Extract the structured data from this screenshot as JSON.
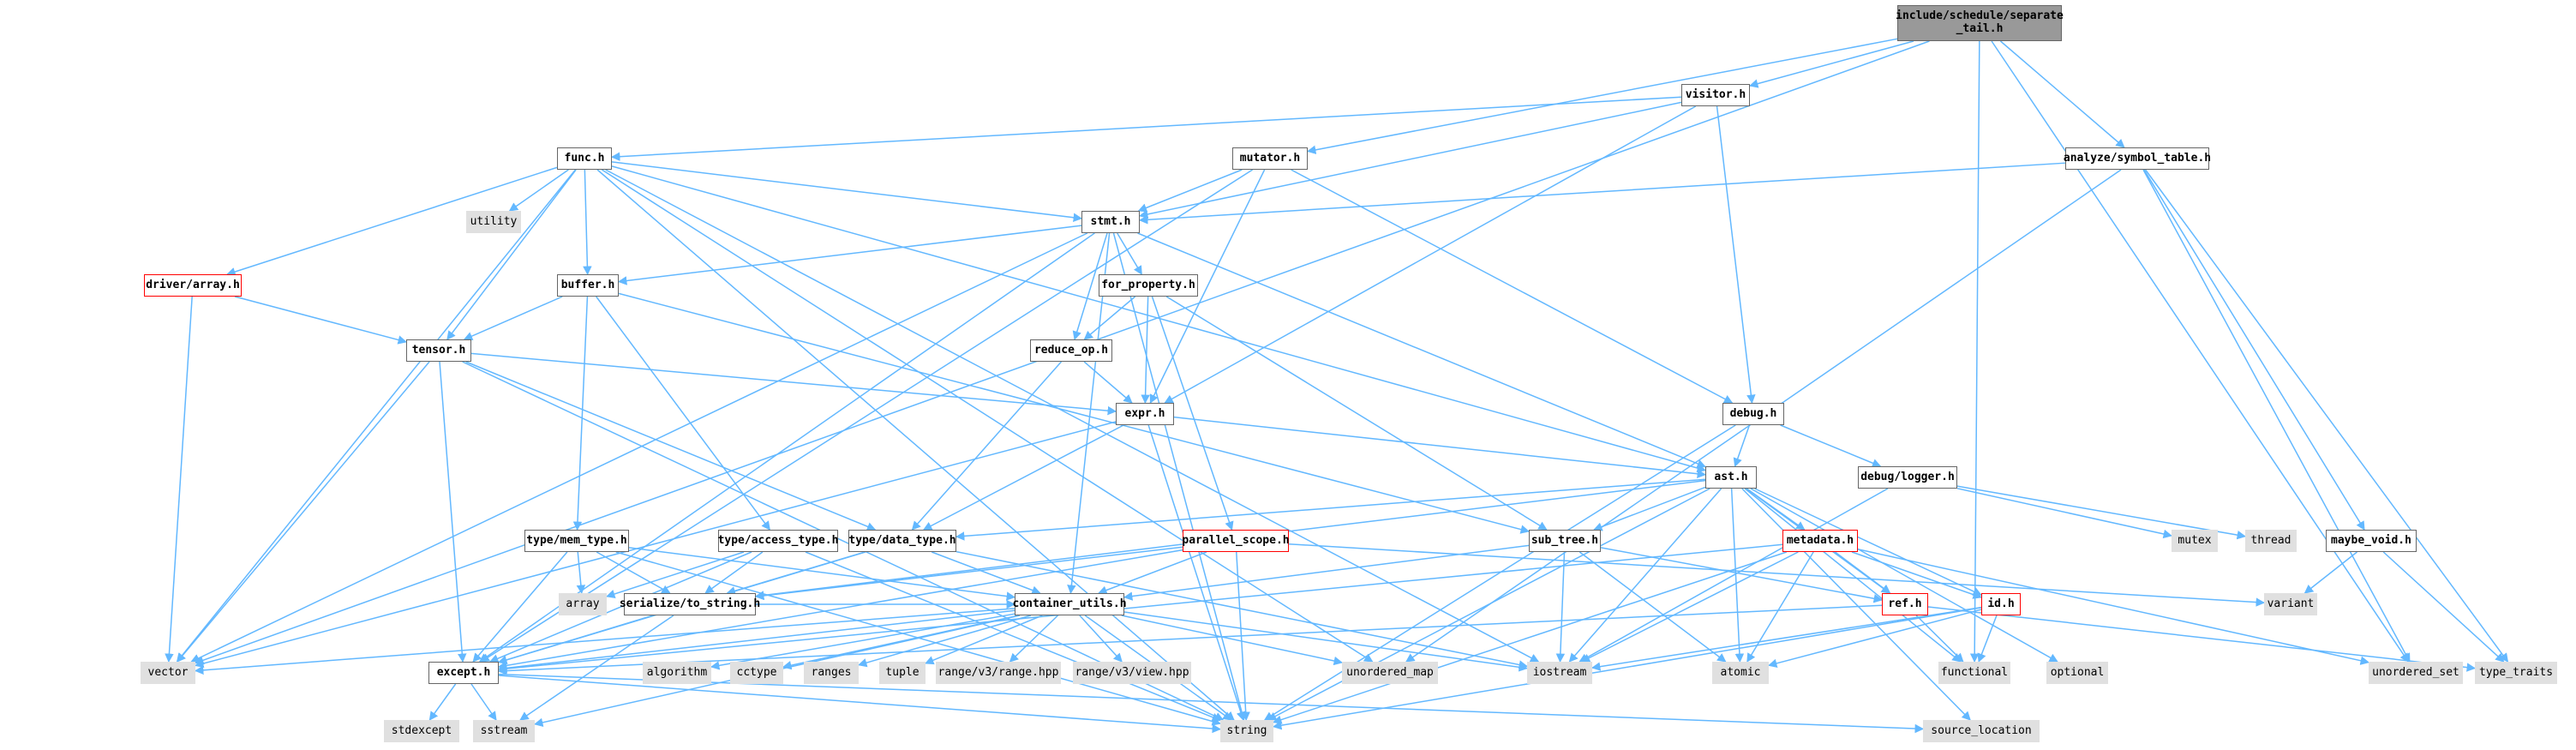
{
  "colors": {
    "edge": "#63b8ff",
    "root_fill": "#999999",
    "external_fill": "#e0e0e0",
    "incomplete_border": "#ff0000",
    "node_border": "#666666"
  },
  "nodes": {
    "root": "include/schedule/separate\n_tail.h",
    "visitor": "visitor.h",
    "func": "func.h",
    "mutator": "mutator.h",
    "analyze": "analyze/symbol_table.h",
    "utility": "utility",
    "stmt": "stmt.h",
    "driver_array": "driver/array.h",
    "buffer": "buffer.h",
    "for_property": "for_property.h",
    "tensor": "tensor.h",
    "reduce_op": "reduce_op.h",
    "expr": "expr.h",
    "debug": "debug.h",
    "ast": "ast.h",
    "debug_logger": "debug/logger.h",
    "type_mem_type": "type/mem_type.h",
    "type_access_type": "type/access_type.h",
    "type_data_type": "type/data_type.h",
    "parallel_scope": "parallel_scope.h",
    "sub_tree": "sub_tree.h",
    "metadata": "metadata.h",
    "mutex": "mutex",
    "thread": "thread",
    "maybe_void": "maybe_void.h",
    "array": "array",
    "serialize": "serialize/to_string.h",
    "container_utils": "container_utils.h",
    "ref": "ref.h",
    "id": "id.h",
    "variant": "variant",
    "vector": "vector",
    "except": "except.h",
    "algorithm": "algorithm",
    "cctype": "cctype",
    "ranges": "ranges",
    "tuple": "tuple",
    "range_v3_range": "range/v3/range.hpp",
    "range_v3_view": "range/v3/view.hpp",
    "unordered_map": "unordered_map",
    "iostream": "iostream",
    "atomic": "atomic",
    "functional": "functional",
    "optional": "optional",
    "unordered_set": "unordered_set",
    "type_traits": "type_traits",
    "stdexcept": "stdexcept",
    "sstream": "sstream",
    "string": "string",
    "source_location": "source_location"
  }
}
